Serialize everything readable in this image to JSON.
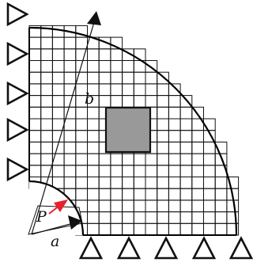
{
  "labels": {
    "outer_radius": "b",
    "inner_radius": "a",
    "point": "P"
  },
  "colors": {
    "mesh": "#111111",
    "boundary": "#000000",
    "inclusion_fill": "#999999",
    "inclusion_stroke": "#111111",
    "arrow_red": "#e8202a",
    "support_fill": "#ffffff",
    "support_stroke": "#111111",
    "background": "#ffffff"
  },
  "mesh": {
    "description_counts": {
      "columns": 18,
      "rows": 18
    }
  },
  "supports": {
    "left_roller_count": 5,
    "bottom_roller_count": 5
  }
}
